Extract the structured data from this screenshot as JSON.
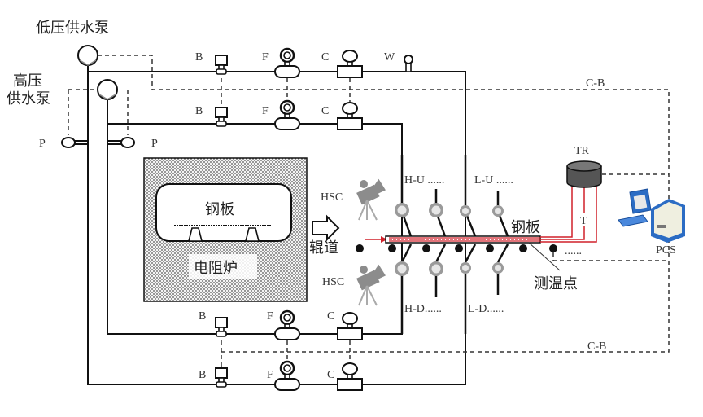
{
  "title": "Cooling system schematic",
  "pumps": {
    "low_pressure": "低压供水泵",
    "high_pressure_line1": "高压",
    "high_pressure_line2": "供水泵",
    "pressure_gauge": "P"
  },
  "valves": {
    "b": "B",
    "f": "F",
    "c": "C",
    "w": "W"
  },
  "furnace": {
    "label": "电阻炉",
    "plate": "钢板"
  },
  "roller": "辊道",
  "camera": "HSC",
  "nozzles": {
    "h_u": "H-U ......",
    "l_u": "L-U ......",
    "h_d": "H-D......",
    "l_d": "L-D......"
  },
  "plate_label": "钢板",
  "measure_point": "测温点",
  "recorder": "TR",
  "thermocouple": "T",
  "pc": "PCS",
  "control_bus": "C-B",
  "dots": "......",
  "colors": {
    "thermo": "#d0202a",
    "line": "#111111",
    "camera": "#8c8c8c",
    "recorder": "#555555",
    "pc_blue": "#2b6cc4"
  }
}
